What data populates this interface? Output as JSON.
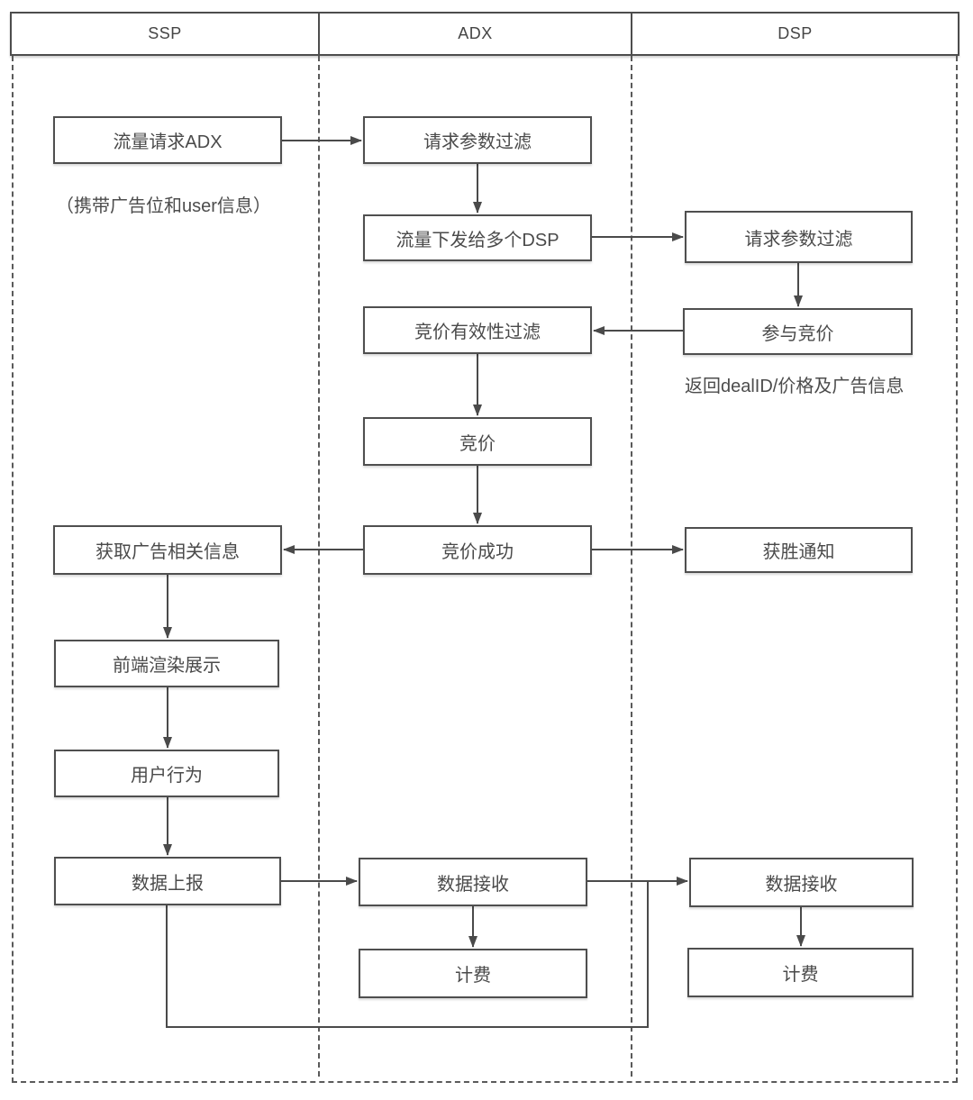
{
  "header": {
    "lanes": [
      {
        "label": "SSP"
      },
      {
        "label": "ADX"
      },
      {
        "label": "DSP"
      }
    ]
  },
  "nodes": {
    "ssp_request": "流量请求ADX",
    "ssp_note": "（携带广告位和user信息）",
    "ssp_get_ad_info": "获取广告相关信息",
    "ssp_render": "前端渲染展示",
    "ssp_user_action": "用户行为",
    "ssp_data_report": "数据上报",
    "adx_param_filter": "请求参数过滤",
    "adx_dispatch": "流量下发给多个DSP",
    "adx_bid_validity_filter": "竞价有效性过滤",
    "adx_bidding": "竞价",
    "adx_bid_success": "竞价成功",
    "adx_data_receive": "数据接收",
    "adx_billing": "计费",
    "dsp_param_filter": "请求参数过滤",
    "dsp_join_bidding": "参与竞价",
    "dsp_note": "返回dealID/价格及广告信息",
    "dsp_win_notice": "获胜通知",
    "dsp_data_receive": "数据接收",
    "dsp_billing": "计费"
  },
  "colors": {
    "line": "#4a4a4a",
    "border": "#4f4f4f",
    "background": "#ffffff"
  }
}
